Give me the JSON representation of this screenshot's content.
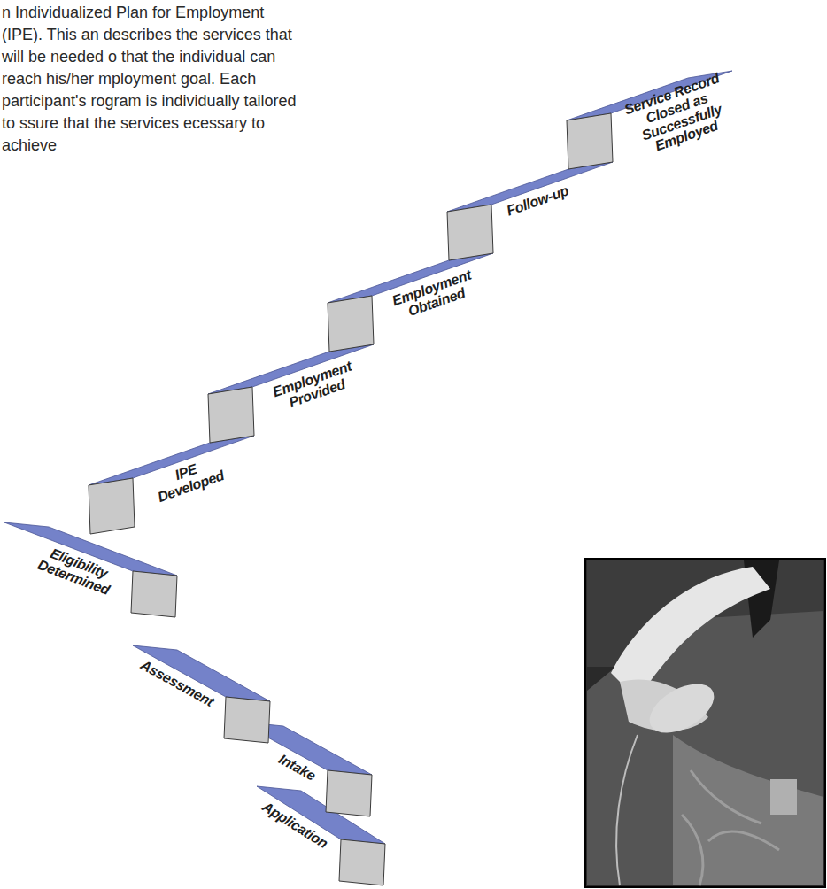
{
  "diagram": {
    "nodes": [
      {
        "text": [
          "Application"
        ]
      },
      {
        "text": [
          "Intake"
        ]
      },
      {
        "text": [
          "Assessment"
        ]
      },
      {
        "text": [
          "Eligibility Determined"
        ]
      },
      {
        "text": [
          "IPE Developed"
        ]
      },
      {
        "text": [
          "Employment Provided"
        ]
      },
      {
        "text": [
          "Employment Obtained"
        ]
      },
      {
        "text": [
          "Follow-up"
        ]
      },
      {
        "text": [
          "Service Record Closed as Successfully Employed"
        ]
      }
    ],
    "labels": [
      "n Individualized Plan for Employment (IPE). This an describes the services that will be needed o that the individual can reach his/her mployment goal. Each participant's rogram is individually tailored to ssure that the services ecessary to achieve"
    ]
  }
}
